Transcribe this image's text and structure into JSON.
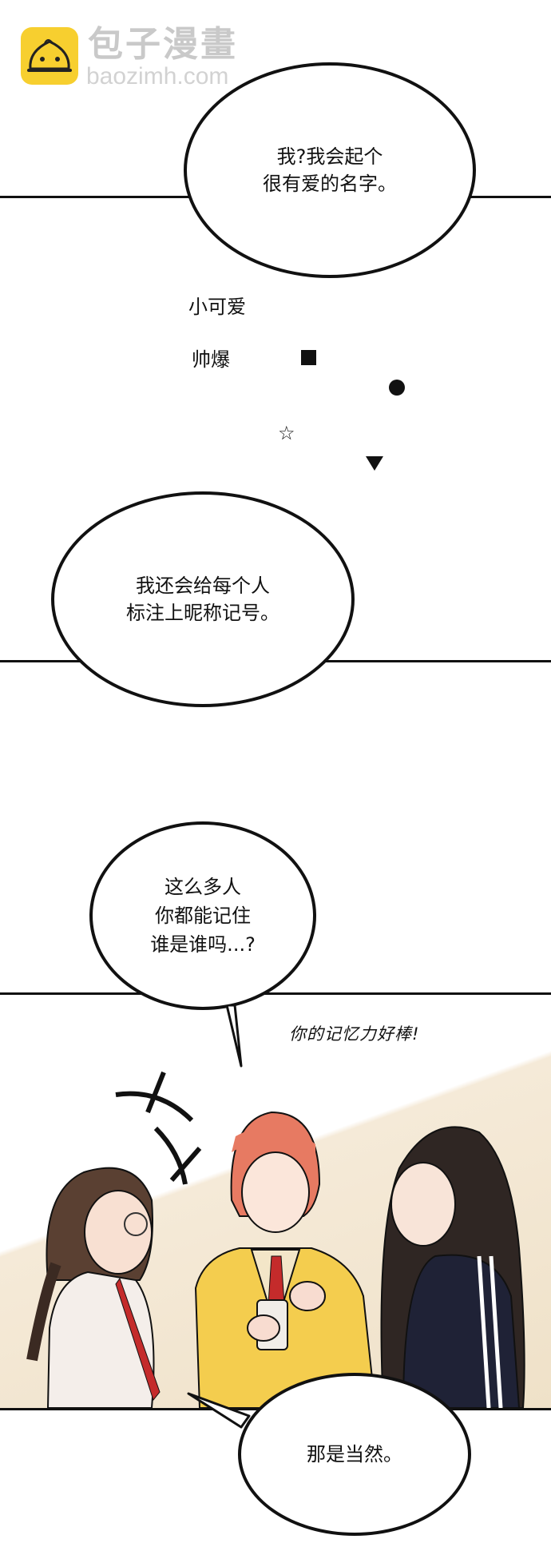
{
  "watermark": {
    "logo_icon": "steamed-bun-icon",
    "title": "包子漫畫",
    "url": "baozimh.com",
    "logo_color": "#f7cf2f"
  },
  "panels": [
    {
      "bubble": {
        "text": "我?我会起个\n很有爱的名字。"
      }
    },
    {
      "labels": [
        "小可爱",
        "帅爆"
      ],
      "symbols": [
        "■",
        "●",
        "☆",
        "▼"
      ]
    },
    {
      "bubble": {
        "text": "我还会给每个人\n标注上昵称记号。"
      }
    },
    {
      "bubble": {
        "text": "这么多人\n你都能记住\n谁是谁吗...?"
      }
    },
    {
      "sfx": "你的记忆力好棒!",
      "characters": [
        {
          "name": "girl-with-glasses",
          "hair": "#5a4032",
          "shirt": "#f4eeea",
          "tie": "#c42b2b"
        },
        {
          "name": "red-haired-boy",
          "hair": "#e77a62",
          "cardigan": "#f4cd4e",
          "tie": "#c42b2b"
        },
        {
          "name": "long-haired-girl",
          "hair": "#2f2623",
          "jacket": "#1f2236"
        }
      ]
    },
    {
      "bubble": {
        "text": "那是当然。"
      }
    }
  ],
  "colors": {
    "ink": "#111111",
    "background": "#ffffff",
    "wall": "#efe1c8"
  }
}
